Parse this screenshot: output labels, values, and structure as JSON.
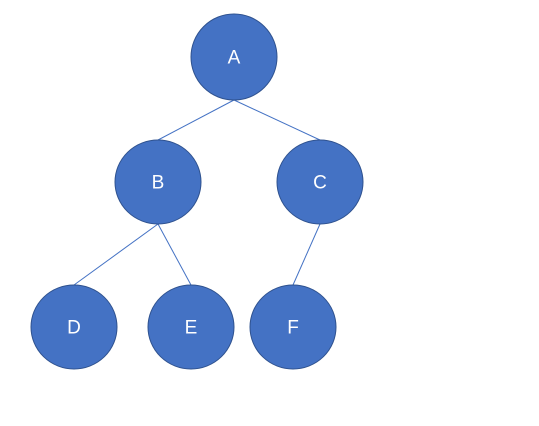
{
  "diagram": {
    "type": "binary-tree",
    "colors": {
      "node_fill": "#4472c4",
      "node_stroke": "#2f528f",
      "edge": "#4472c4",
      "label": "#ffffff",
      "background": "#ffffff"
    },
    "nodes": [
      {
        "id": "A",
        "label": "A"
      },
      {
        "id": "B",
        "label": "B"
      },
      {
        "id": "C",
        "label": "C"
      },
      {
        "id": "D",
        "label": "D"
      },
      {
        "id": "E",
        "label": "E"
      },
      {
        "id": "F",
        "label": "F"
      }
    ],
    "edges": [
      {
        "from": "A",
        "to": "B"
      },
      {
        "from": "A",
        "to": "C"
      },
      {
        "from": "B",
        "to": "D"
      },
      {
        "from": "B",
        "to": "E"
      },
      {
        "from": "C",
        "to": "F"
      }
    ]
  }
}
